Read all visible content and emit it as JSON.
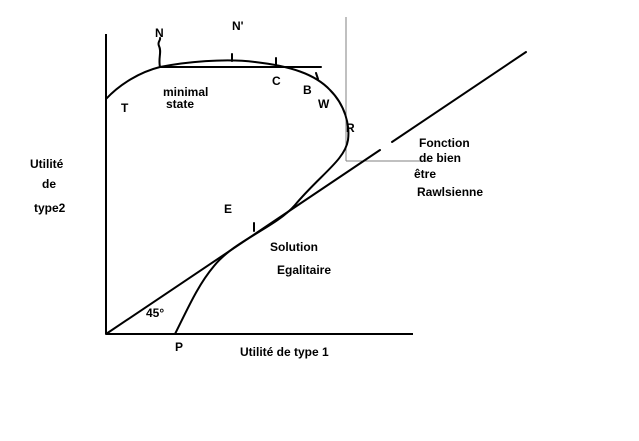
{
  "axes": {
    "y_label_line1": "Utilité",
    "y_label_line2": "de",
    "y_label_line3": "type2",
    "x_label": "Utilité de type 1"
  },
  "points": {
    "N": "N",
    "N_prime": "N'",
    "T": "T",
    "C": "C",
    "B": "B",
    "W": "W",
    "R": "R",
    "E": "E",
    "P": "P"
  },
  "annotations": {
    "minimal_state_line1": "minimal",
    "minimal_state_line2": "state",
    "welfare_line1": "Fonction",
    "welfare_line2": "de bien",
    "welfare_line3": "être",
    "welfare_line4": "Rawlsienne",
    "solution_line1": "Solution",
    "solution_line2": "Egalitaire",
    "angle": "45°"
  }
}
